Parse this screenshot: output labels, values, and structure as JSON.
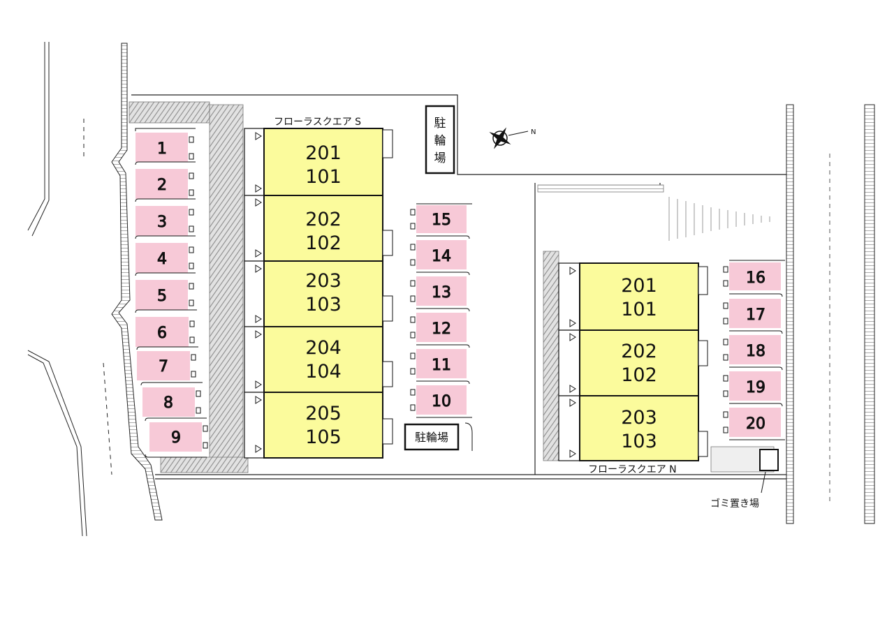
{
  "buildings": {
    "south": {
      "name": "フローラスクエア S",
      "units": [
        {
          "upper": "201",
          "lower": "101"
        },
        {
          "upper": "202",
          "lower": "102"
        },
        {
          "upper": "203",
          "lower": "103"
        },
        {
          "upper": "204",
          "lower": "104"
        },
        {
          "upper": "205",
          "lower": "105"
        }
      ]
    },
    "north": {
      "name": "フローラスクエア N",
      "units": [
        {
          "upper": "201",
          "lower": "101"
        },
        {
          "upper": "202",
          "lower": "102"
        },
        {
          "upper": "203",
          "lower": "103"
        }
      ]
    }
  },
  "parking": {
    "west": [
      "1",
      "2",
      "3",
      "4",
      "5",
      "6",
      "7",
      "8",
      "9"
    ],
    "center": [
      "15",
      "14",
      "13",
      "12",
      "11",
      "10"
    ],
    "east": [
      "16",
      "17",
      "18",
      "19",
      "20"
    ]
  },
  "facilities": {
    "bike_parking_vertical": [
      "駐",
      "輪",
      "場"
    ],
    "bike_parking": "駐輪場",
    "garbage": "ゴミ置き場"
  },
  "compass": {
    "north_label": "N"
  },
  "colors": {
    "parking_fill": "#f7c9d7",
    "unit_fill": "#fbfb9c",
    "hatch": "#8c8c8c",
    "line": "#111111"
  }
}
